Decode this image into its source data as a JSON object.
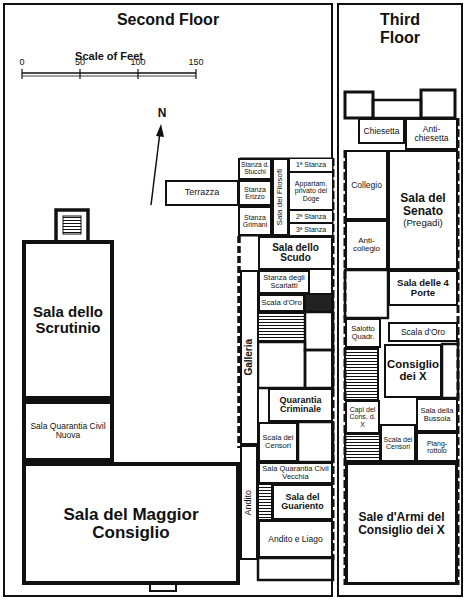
{
  "diagram": {
    "nodes": [
      {
        "text": [
          "Second Floor"
        ]
      },
      {
        "text": [
          "Terrazza"
        ],
        "in": 0
      },
      {
        "text": [
          "Stanza d. Stucchi"
        ],
        "in": 0
      },
      {
        "text": [
          "Stanza Erizzo"
        ],
        "in": 0
      },
      {
        "text": [
          "Stanza Grimani"
        ],
        "in": 0
      },
      {
        "text": [
          "Sala dei Filosofi"
        ],
        "in": 0
      },
      {
        "text": [
          "1ª Stanza"
        ],
        "in": 0
      },
      {
        "text": [
          "Appartam. privato del Doge"
        ],
        "in": 0
      },
      {
        "text": [
          "2ª Stanza"
        ],
        "in": 0
      },
      {
        "text": [
          "3ª Stanza"
        ],
        "in": 0
      },
      {
        "text": [
          "Sala dello Scudo"
        ],
        "in": 0
      },
      {
        "text": [
          "Sala dello Scrutinio"
        ],
        "in": 0
      },
      {
        "text": [
          "Stanza degli Scarlatti"
        ],
        "in": 0
      },
      {
        "text": [
          "Scala d'Oro"
        ],
        "in": 0
      },
      {
        "text": [
          "Galleria"
        ],
        "in": 0
      },
      {
        "text": [
          "Quarantia Criminale"
        ],
        "in": 0
      },
      {
        "text": [
          "Sala Quarantia Civil Nuova"
        ],
        "in": 0
      },
      {
        "text": [
          "Scala dei Censori"
        ],
        "in": 0
      },
      {
        "text": [
          "Sala Quarantia Civil Vecchia"
        ],
        "in": 0
      },
      {
        "text": [
          "Sala del Guariento"
        ],
        "in": 0
      },
      {
        "text": [
          "Sala del Maggior Consiglio"
        ],
        "in": 0
      },
      {
        "text": [
          "Andito"
        ],
        "in": 0
      },
      {
        "text": [
          "Andito e Liago"
        ],
        "in": 0
      },
      {
        "text": [
          "Third Floor"
        ]
      },
      {
        "text": [
          "Chiesetta"
        ],
        "in": 23
      },
      {
        "text": [
          "Anti-chiesetta"
        ],
        "in": 23
      },
      {
        "text": [
          "Collegio"
        ],
        "in": 23
      },
      {
        "text": [
          "Sala del Senato",
          "(Pregadi)"
        ],
        "in": 23
      },
      {
        "text": [
          "Anti-collegio"
        ],
        "in": 23
      },
      {
        "text": [
          "Sala delle 4 Porte"
        ],
        "in": 23
      },
      {
        "text": [
          "Salotto Quadr."
        ],
        "in": 23
      },
      {
        "text": [
          "Scala d'Oro"
        ],
        "in": 23
      },
      {
        "text": [
          "Consiglio dei X"
        ],
        "in": 23
      },
      {
        "text": [
          "Capi del Cons. d. X"
        ],
        "in": 23
      },
      {
        "text": [
          "Sala della Bussola"
        ],
        "in": 23
      },
      {
        "text": [
          "Scala dei Censori"
        ],
        "in": 23
      },
      {
        "text": [
          "Piang-rottolo"
        ],
        "in": 23
      },
      {
        "text": [
          "Sale d'Armi del Consiglio dei X"
        ],
        "in": 23
      }
    ],
    "labels": [
      "Scale of Feet",
      "0",
      "50",
      "100",
      "150",
      "N"
    ]
  }
}
